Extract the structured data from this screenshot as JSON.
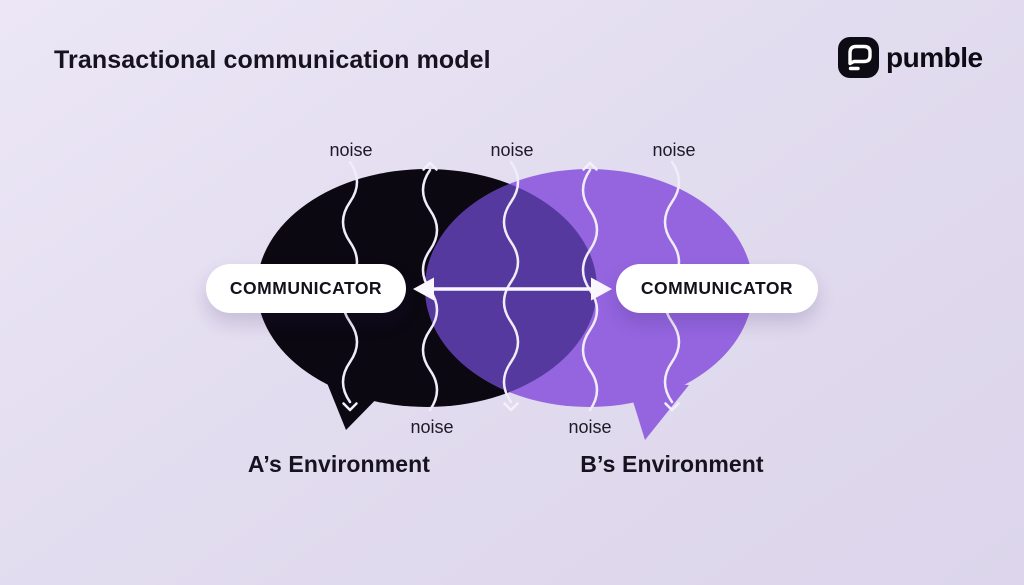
{
  "header": {
    "title": "Transactional communication model",
    "brand": {
      "name": "pumble",
      "icon": "pumble-speech-bubble-icon"
    }
  },
  "diagram": {
    "pill_left": "COMMUNICATOR",
    "pill_right": "COMMUNICATOR",
    "noise_top": [
      "noise",
      "noise",
      "noise"
    ],
    "noise_bottom": [
      "noise",
      "noise"
    ],
    "env_left": "A’s Environment",
    "env_right": "B’s Environment",
    "colors": {
      "background": "#E3DDF0",
      "bubble_a": "#0B0812",
      "bubble_b": "#9465DF",
      "overlap": "#55399F",
      "pill_bg": "#FFFFFF",
      "noise_line": "#F1ECFA",
      "arrow": "#FAF7FE",
      "text": "#17121F"
    }
  }
}
